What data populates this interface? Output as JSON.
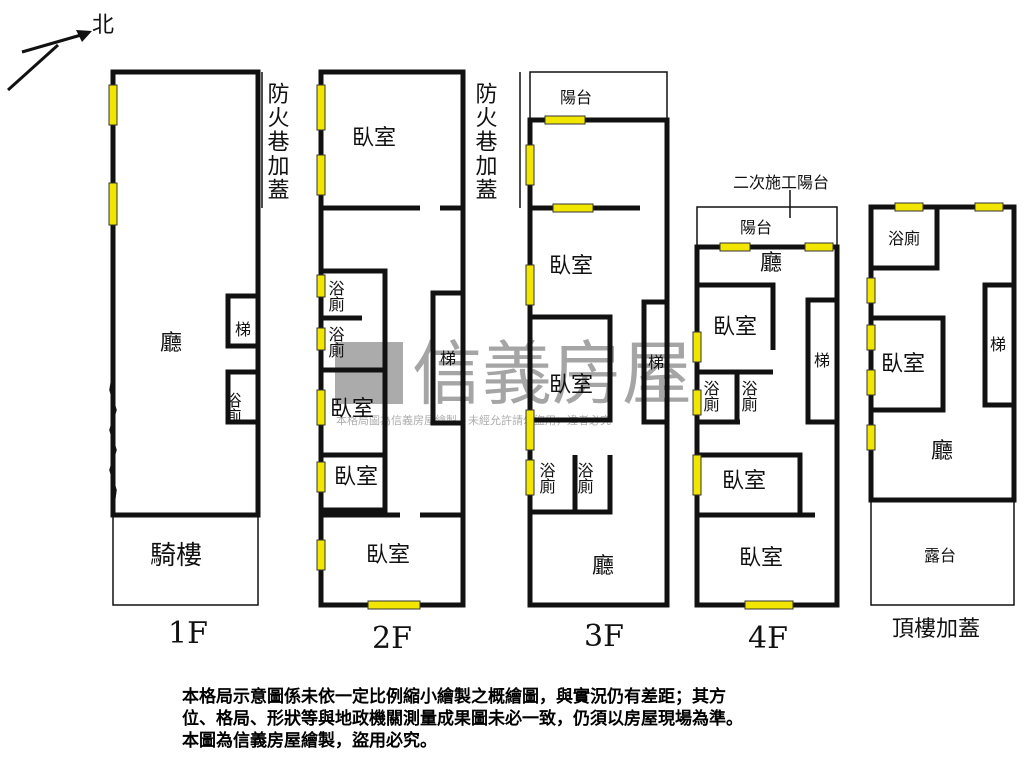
{
  "north": "北",
  "floors": {
    "f1": {
      "label": "1F",
      "rooms": {
        "hall": "廳",
        "stair": "梯",
        "bath": "浴廁",
        "arcade": "騎樓"
      }
    },
    "f2": {
      "label": "2F",
      "annex": "防火巷加蓋",
      "rooms": {
        "bed1": "臥室",
        "bath1": "浴廁",
        "bath2": "浴廁",
        "bed2": "臥室",
        "bed3": "臥室",
        "bed4": "臥室",
        "stair": "梯"
      }
    },
    "f3": {
      "label": "3F",
      "annex": "防火巷加蓋",
      "rooms": {
        "balcony": "陽台",
        "bed1": "臥室",
        "bed2": "臥室",
        "stair": "梯",
        "bath1": "浴廁",
        "bath2": "浴廁",
        "hall": "廳"
      }
    },
    "f4": {
      "label": "4F",
      "callout": "二次施工陽台",
      "rooms": {
        "balcony": "陽台",
        "hall": "廳",
        "bed1": "臥室",
        "stair": "梯",
        "bath1": "浴廁",
        "bath2": "浴廁",
        "bed2": "臥室",
        "bed3": "臥室"
      }
    },
    "roof": {
      "label": "頂樓加蓋",
      "rooms": {
        "bath": "浴廁",
        "bed": "臥室",
        "stair": "梯",
        "hall": "廳",
        "terrace": "露台"
      }
    }
  },
  "watermark": {
    "brand": "信義房屋",
    "notice": "本格局圖為信義房屋繪製，未經允許請勿盜用，違者必究"
  },
  "disclaimer": "本格局示意圖係未依一定比例縮小繪製之概繪圖，與實況仍有差距；其方\n位、格局、形狀等與地政機關測量成果圖未必一致，仍須以房屋現場為準。\n本圖為信義房屋繪製，盜用必究。",
  "colors": {
    "window": "#f2e600",
    "wall": "#111111"
  }
}
